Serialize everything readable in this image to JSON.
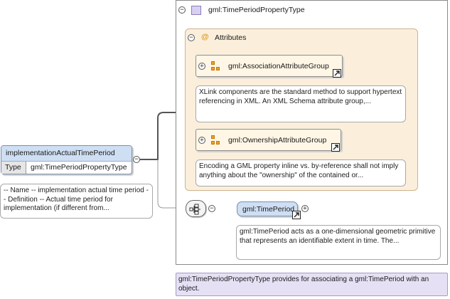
{
  "element": {
    "name": "implementationActualTimePeriod",
    "type_label": "Type",
    "type_value": "gml:TimePeriodPropertyType",
    "documentation": "-- Name -- implementation actual time period -- Definition -- Actual time period for implementation (if different from..."
  },
  "complex_type": {
    "name": "gml:TimePeriodPropertyType",
    "documentation": "gml:TimePeriodPropertyType provides for associating a gml:TimePeriod with an object."
  },
  "attributes": {
    "label": "Attributes",
    "groups": [
      {
        "name": "gml:AssociationAttributeGroup",
        "documentation": "XLink components are the standard method to support hypertext referencing in XML. An XML Schema attribute group,..."
      },
      {
        "name": "gml:OwnershipAttributeGroup",
        "documentation": "Encoding a GML property inline vs. by-reference shall not imply anything about the \"ownership\" of the contained or..."
      }
    ]
  },
  "sequence": {
    "child": {
      "name": "gml:TimePeriod",
      "documentation": "gml:TimePeriod acts as a one-dimensional geometric primitive that represents an identifiable extent in time. The..."
    }
  },
  "icons": {
    "collapse": "minus-circle-icon",
    "expand": "plus-circle-icon",
    "attribute": "at-sign-icon",
    "group": "attribute-group-icon",
    "sequence": "sequence-compositor-icon",
    "reference": "reference-arrow-icon",
    "complex_type": "complex-type-icon"
  },
  "toggles": {
    "collapse": "−",
    "expand": "+"
  },
  "attribute_symbol": "@",
  "colors": {
    "element_header": "#cfdff3",
    "attributes_panel": "#fbefdc",
    "attribute_group": "#fff6e6",
    "connector": "#555555"
  }
}
